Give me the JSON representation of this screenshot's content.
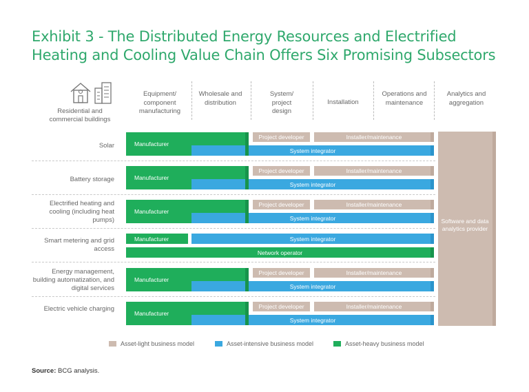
{
  "title": "Exhibit 3 - The Distributed Energy Resources and Electrified Heating and Cooling Value Chain Offers Six Promising Subsectors",
  "corner_label": "Residential and commercial buildings",
  "columns": [
    "Equipment/ component manufacturing",
    "Wholesale and distribution",
    "System/ project design",
    "Installation",
    "Operations and maintenance",
    "Analytics and aggregation"
  ],
  "rows": [
    "Solar",
    "Battery storage",
    "Electrified heating and cooling (including heat pumps)",
    "Smart metering and grid access",
    "Energy management, building automatization, and digital services",
    "Electric vehicle charging"
  ],
  "bars": {
    "manufacturer": "Manufacturer",
    "project_developer": "Project developer",
    "installer": "Installer/maintenance",
    "system_integrator": "System integrator",
    "network_operator": "Network operator"
  },
  "provider": "Software and data analytics provider",
  "legend": [
    {
      "label": "Asset-light business model",
      "color": "#cdbbb0"
    },
    {
      "label": "Asset-intensive business model",
      "color": "#3aa8e0"
    },
    {
      "label": "Asset-heavy business model",
      "color": "#1fae5b"
    }
  ],
  "source_label": "Source:",
  "source_text": "BCG analysis.",
  "colors": {
    "asset_light": "#cdbbb0",
    "asset_intensive": "#3aa8e0",
    "asset_heavy": "#1fae5b",
    "title": "#2fa86c"
  }
}
